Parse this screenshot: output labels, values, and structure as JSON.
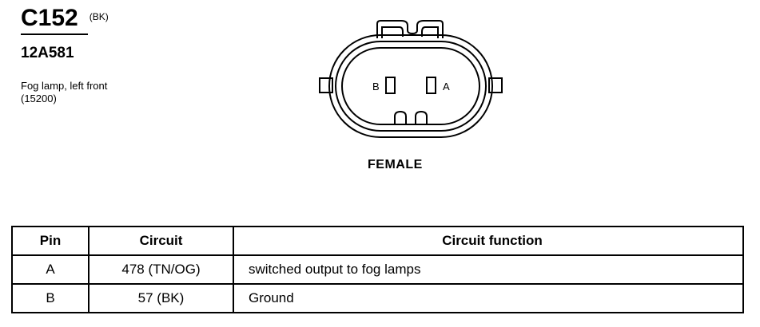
{
  "header": {
    "connector_id": "C152",
    "connector_color": "(BK)",
    "part_number": "12A581",
    "description_line1": "Fog lamp, left front",
    "description_line2": "(15200)"
  },
  "connector": {
    "pin_label_left": "B",
    "pin_label_right": "A",
    "gender": "FEMALE"
  },
  "table": {
    "headers": {
      "pin": "Pin",
      "circuit": "Circuit",
      "function": "Circuit function"
    },
    "rows": [
      {
        "pin": "A",
        "circuit": "478 (TN/OG)",
        "function": "switched output to fog lamps"
      },
      {
        "pin": "B",
        "circuit": "57 (BK)",
        "function": "Ground"
      }
    ]
  }
}
